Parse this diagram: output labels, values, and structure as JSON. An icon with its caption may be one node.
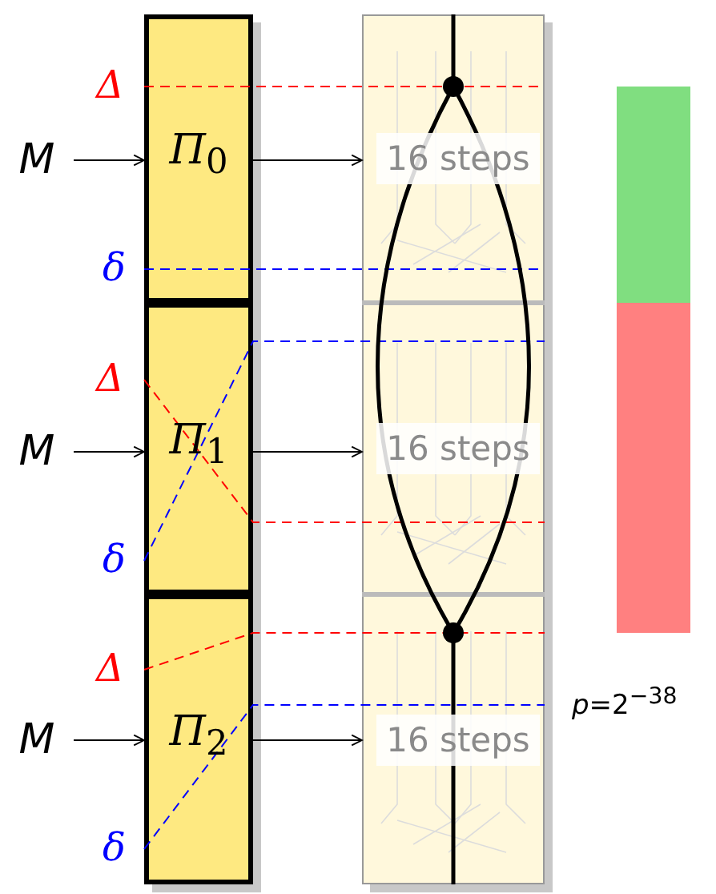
{
  "diagram": {
    "nodes": [
      {
        "text": [
          "M"
        ]
      },
      {
        "text": [
          "*Π*$_{0}$"
        ]
      },
      {
        "text": [
          "16 steps"
        ]
      },
      {
        "text": [
          "M"
        ]
      },
      {
        "text": [
          "*Π*$_{1}$"
        ]
      },
      {
        "text": [
          "16 steps"
        ]
      },
      {
        "text": [
          "M"
        ]
      },
      {
        "text": [
          "*Π*$_{2}$"
        ]
      },
      {
        "text": [
          "16 steps"
        ]
      }
    ],
    "edges": [
      {
        "from": 0,
        "to": 1,
        "arrow": "to"
      },
      {
        "from": 1,
        "to": 2,
        "arrow": "to"
      },
      {
        "from": 3,
        "to": 4,
        "arrow": "to"
      },
      {
        "from": 4,
        "to": 5,
        "arrow": "to"
      },
      {
        "from": 6,
        "to": 7,
        "arrow": "to"
      },
      {
        "from": 7,
        "to": 8,
        "arrow": "to"
      }
    ],
    "labels": [
      "Δ",
      "δ",
      "Δ",
      "δ",
      "Δ",
      "δ",
      "*p*=2$^{−38}$"
    ]
  }
}
